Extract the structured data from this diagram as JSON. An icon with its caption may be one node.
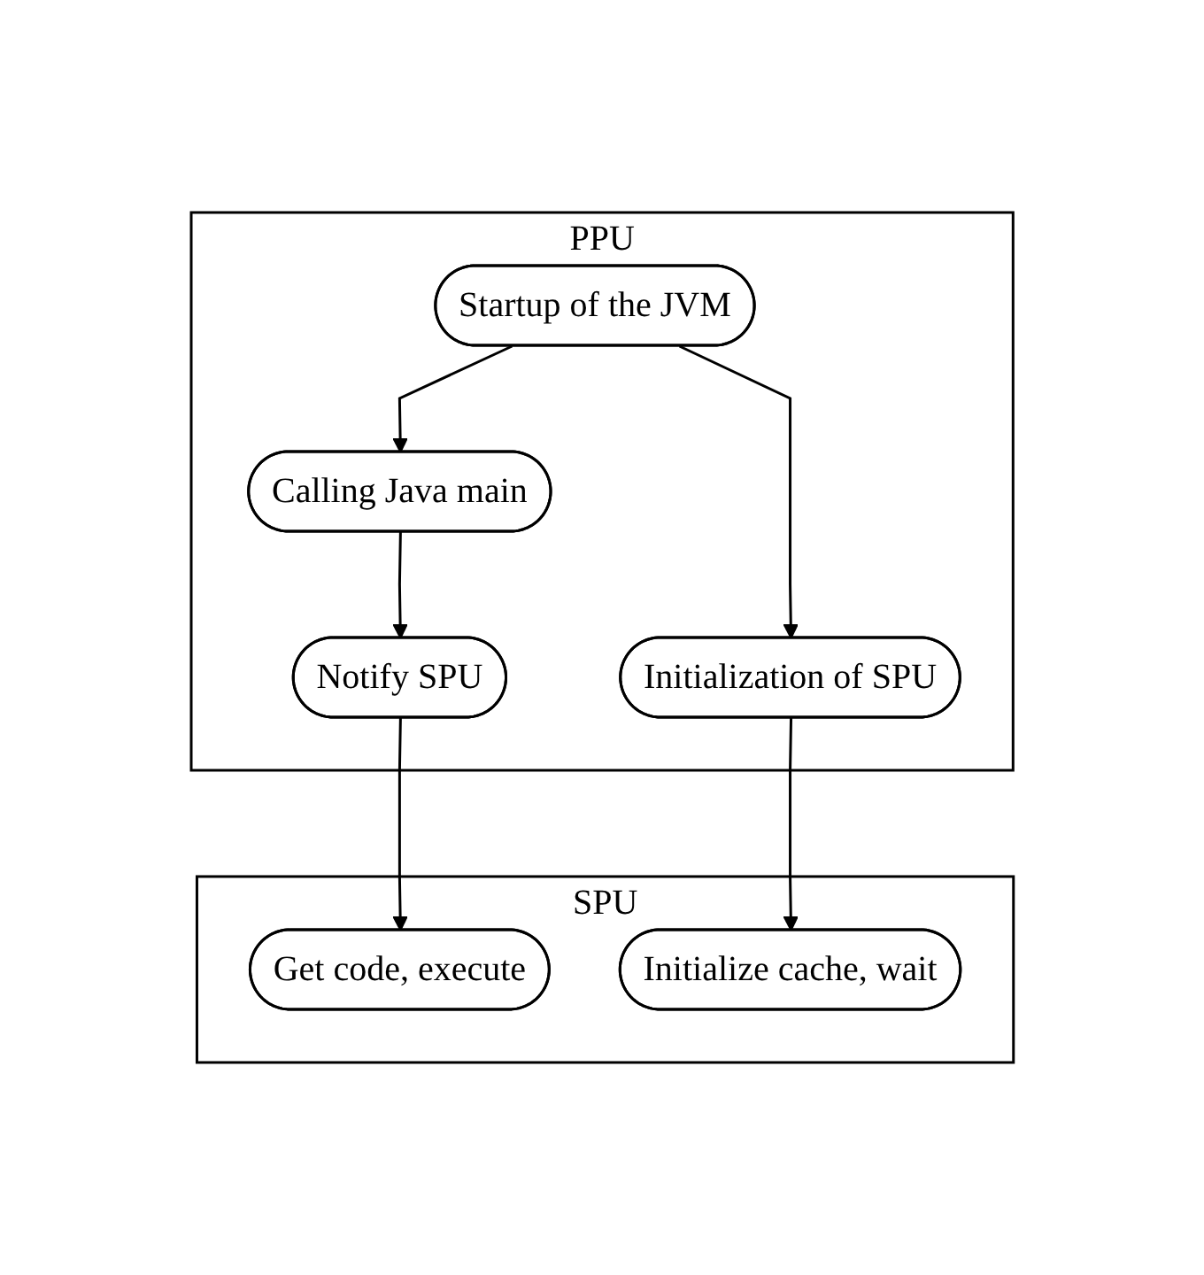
{
  "diagram": {
    "nodes": [
      {
        "text": [
          "PPU"
        ]
      },
      {
        "text": [
          "Startup of the JVM"
        ],
        "in": 0
      },
      {
        "text": [
          "Calling Java main"
        ],
        "in": 0
      },
      {
        "text": [
          "Initialization of SPU"
        ],
        "in": 0
      },
      {
        "text": [
          "Notify SPU"
        ],
        "in": 0
      },
      {
        "text": [
          "SPU"
        ]
      },
      {
        "text": [
          "Get code, execute"
        ],
        "in": 5
      },
      {
        "text": [
          "Initialize cache, wait"
        ],
        "in": 5
      }
    ],
    "edges": [
      {
        "from": 1,
        "to": 2,
        "arrow": "to"
      },
      {
        "from": 1,
        "to": 3,
        "arrow": "to"
      },
      {
        "from": 2,
        "to": 4,
        "arrow": "to"
      },
      {
        "from": 4,
        "to": 6,
        "arrow": "to"
      },
      {
        "from": 3,
        "to": 7,
        "arrow": "to"
      }
    ]
  }
}
